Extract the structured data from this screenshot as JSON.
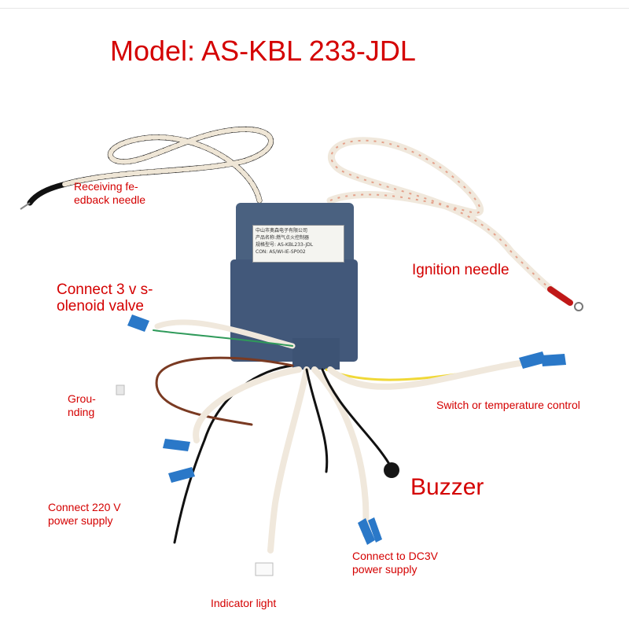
{
  "title": "Model: AS-KBL 233-JDL",
  "labels": {
    "receiving_feedback": [
      "Receiving fe-",
      "edback needle"
    ],
    "ignition_needle": "Ignition needle",
    "solenoid": [
      "Connect 3 v s-",
      "olenoid valve"
    ],
    "grounding": [
      "Grou-",
      "nding"
    ],
    "switch_temp": "Switch or temperature control",
    "buzzer": "Buzzer",
    "power_220": [
      "Connect 220 V",
      "power supply"
    ],
    "dc3v": [
      "Connect to DC3V",
      "power supply"
    ],
    "indicator": "Indicator light"
  },
  "device_label": {
    "line1": "中山市奥森电子有限公司",
    "line2": "产品名称:燃气点火控制器",
    "line3": "规格型号: AS-KBL233-JDL",
    "line4": "CON: AS/WI-IE-SP002"
  },
  "colors": {
    "label_red": "#d40000",
    "box_blue": "#4a6180",
    "wire_sleeve": "#f2e8d8",
    "connector_blue": "#2a78c8"
  }
}
